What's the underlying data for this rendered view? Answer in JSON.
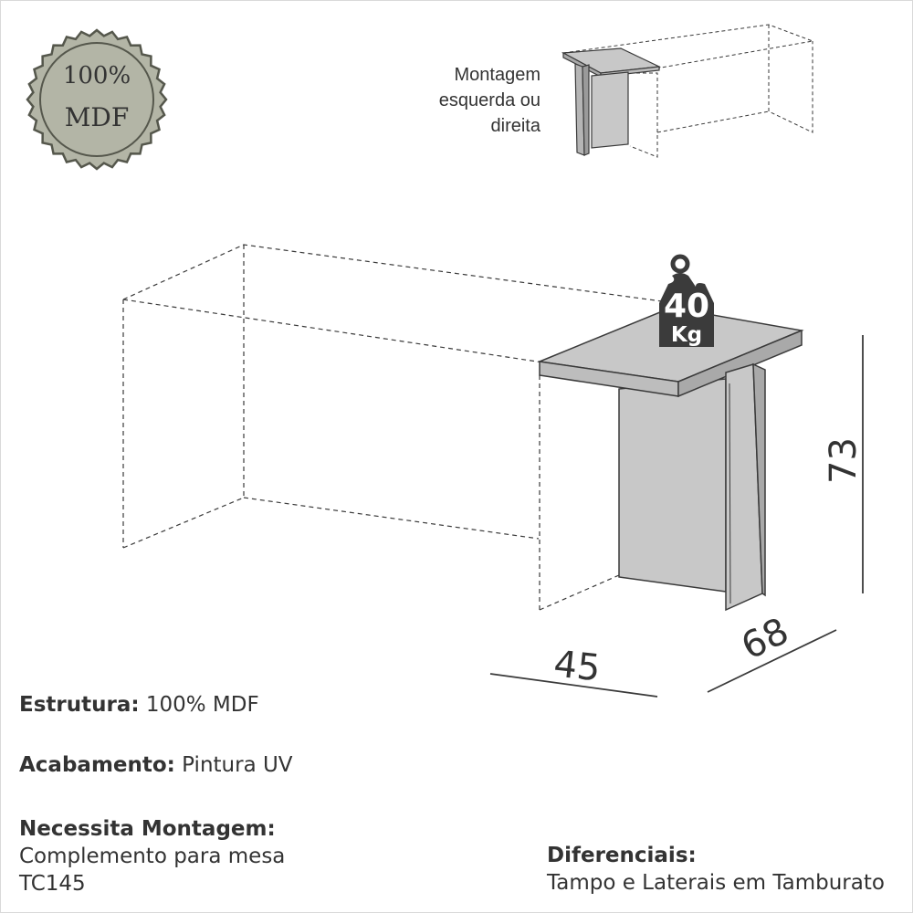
{
  "seal": {
    "line1": "100%",
    "line2": "MDF"
  },
  "assembly_note": [
    "Montagem",
    "esquerda ou",
    "direita"
  ],
  "weight": {
    "value": "40",
    "unit": "Kg"
  },
  "dimensions": {
    "width": "45",
    "depth": "68",
    "height": "73"
  },
  "specs": {
    "estrutura_label": "Estrutura:",
    "estrutura_value": " 100% MDF",
    "acabamento_label": "Acabamento:",
    "acabamento_value": " Pintura UV",
    "montagem_label": "Necessita Montagem:",
    "montagem_line1": "Complemento para mesa",
    "montagem_line2": "TC145",
    "diferenciais_label": "Diferenciais:",
    "diferenciais_value": "Tampo e Laterais em Tamburato"
  },
  "colors": {
    "seal_fill": "#b3b5a6",
    "seal_edge": "#55574c",
    "panel": "#c8c8c8",
    "panel_dark": "#a9a9a9",
    "outline": "#3a3a3a",
    "weight_tag": "#3b3b3b"
  }
}
